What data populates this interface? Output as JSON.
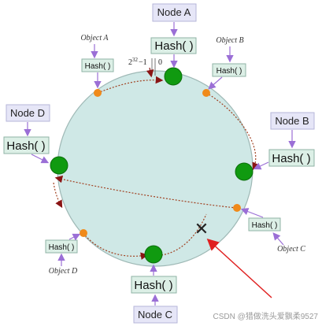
{
  "nodes": {
    "a": {
      "label": "Node A",
      "hash": "Hash( )"
    },
    "b": {
      "label": "Node B",
      "hash": "Hash( )"
    },
    "c": {
      "label": "Node C",
      "hash": "Hash( )"
    },
    "d": {
      "label": "Node D",
      "hash": "Hash( )"
    }
  },
  "objects": {
    "a": {
      "label": "Object A",
      "hash": "Hash( )"
    },
    "b": {
      "label": "Object B",
      "hash": "Hash( )"
    },
    "c": {
      "label": "Object C",
      "hash": "Hash( )"
    },
    "d": {
      "label": "Object D",
      "hash": "Hash( )"
    }
  },
  "ring": {
    "range_max": "2",
    "range_max_exp": "32",
    "range_max_suffix": "−1",
    "range_min": "0",
    "failed_marker": "✕"
  },
  "watermark": "CSDN @猎做洗头爱飘柔9527",
  "colors": {
    "ring": "#cfe8e6",
    "node": "#109a10",
    "object": "#f08a1a",
    "arrow_path": "#a04020",
    "red_arrow": "#e02020"
  }
}
